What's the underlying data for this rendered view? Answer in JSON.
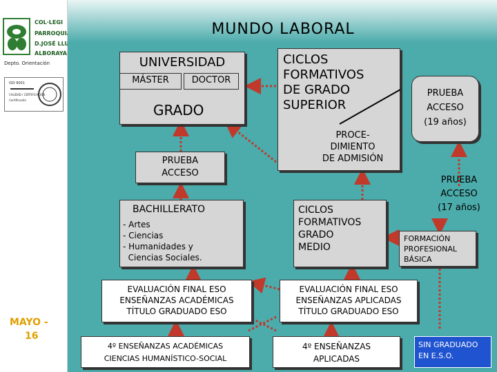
{
  "sidebar": {
    "logo_lines": [
      "COL·LEGI",
      "PARROQUIAL",
      "D.JOSÉ LLUCH",
      "ALBORAYA"
    ],
    "dept": "Depto. Orientación",
    "cert_lines": [
      "ISO 9001",
      "CALIDAD / CERTIFICACION",
      "Certificación"
    ],
    "date_line1": "MAYO -",
    "date_line2": "16"
  },
  "title": "MUNDO LABORAL",
  "nodes": {
    "universidad": "UNIVERSIDAD",
    "master": "MÁSTER",
    "doctor": "DOCTOR",
    "grado": "GRADO",
    "ciclos_superior": "CICLOS\nFORMATIVOS\nDE GRADO\nSUPERIOR",
    "procedimiento": "PROCE-\nDIMIENTO\nDE ADMISIÓN",
    "prueba_acceso_19": "PRUEBA\nACCESO\n(19 años)",
    "prueba_acceso_uni": "PRUEBA\nACCESO",
    "prueba_acceso_17": "PRUEBA\nACCESO\n(17 años)",
    "bachillerato_title": "BACHILLERATO",
    "bachillerato_items": "- Artes\n- Ciencias\n- Humanidades y\n  Ciencias Sociales.",
    "ciclos_medio": "CICLOS\nFORMATIVOS\nGRADO\nMEDIO",
    "fp_basica": "FORMACIÓN\nPROFESIONAL\nBÁSICA",
    "eval_academicas": "EVALUACIÓN FINAL ESO\nENSEÑANZAS ACADÉMICAS\nTÍTULO GRADUADO ESO",
    "eval_aplicadas": "EVALUACIÓN FINAL ESO\nENSEÑANZAS APLICADAS\nTÍTULO GRADUADO ESO",
    "cuarto_academicas": "4º ENSEÑANZAS ACADÉMICAS\nCIENCIAS HUMANÍSTICO-SOCIAL",
    "cuarto_aplicadas": "4º ENSEÑANZAS\nAPLICADAS",
    "sin_graduado": "SIN GRADUADO\nEN E.S.O."
  },
  "colors": {
    "background": "#4cabab",
    "box": "#d6d6d6",
    "arrow": "#c0392b",
    "blue_box": "#1f53d0",
    "date": "#e0a000"
  }
}
